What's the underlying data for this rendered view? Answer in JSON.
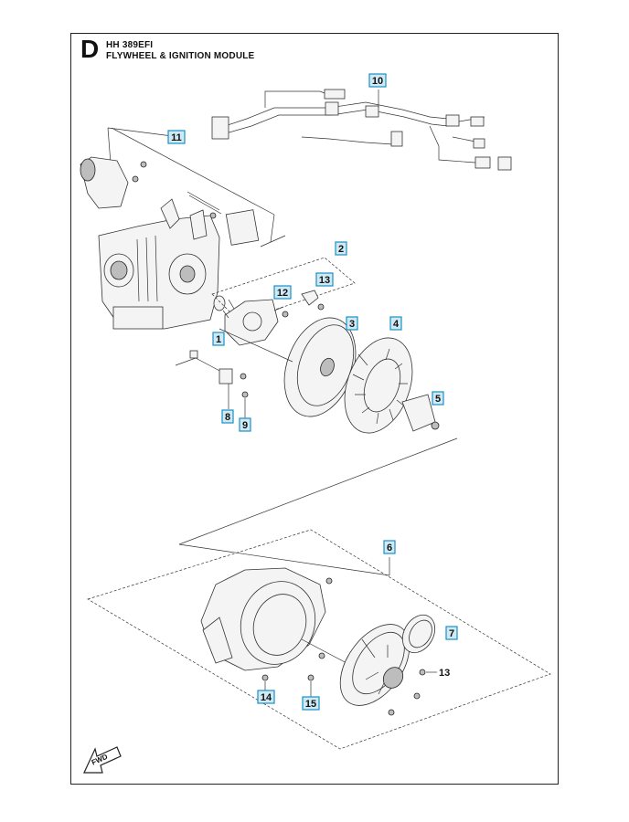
{
  "header": {
    "section": "D",
    "model": "HH 389EFI",
    "title": "FLYWHEEL & IGNITION MODULE"
  },
  "callouts": [
    {
      "id": "c1",
      "label": "1"
    },
    {
      "id": "c2",
      "label": "2"
    },
    {
      "id": "c3",
      "label": "3"
    },
    {
      "id": "c4",
      "label": "4"
    },
    {
      "id": "c5",
      "label": "5"
    },
    {
      "id": "c6",
      "label": "6"
    },
    {
      "id": "c7",
      "label": "7"
    },
    {
      "id": "c8",
      "label": "8"
    },
    {
      "id": "c9",
      "label": "9"
    },
    {
      "id": "c10",
      "label": "10"
    },
    {
      "id": "c11",
      "label": "11"
    },
    {
      "id": "c12",
      "label": "12"
    },
    {
      "id": "c13",
      "label": "13"
    },
    {
      "id": "c13b",
      "label": "13"
    },
    {
      "id": "c14",
      "label": "14"
    },
    {
      "id": "c15",
      "label": "15"
    }
  ],
  "fwd_arrow": {
    "label": "FWD"
  }
}
